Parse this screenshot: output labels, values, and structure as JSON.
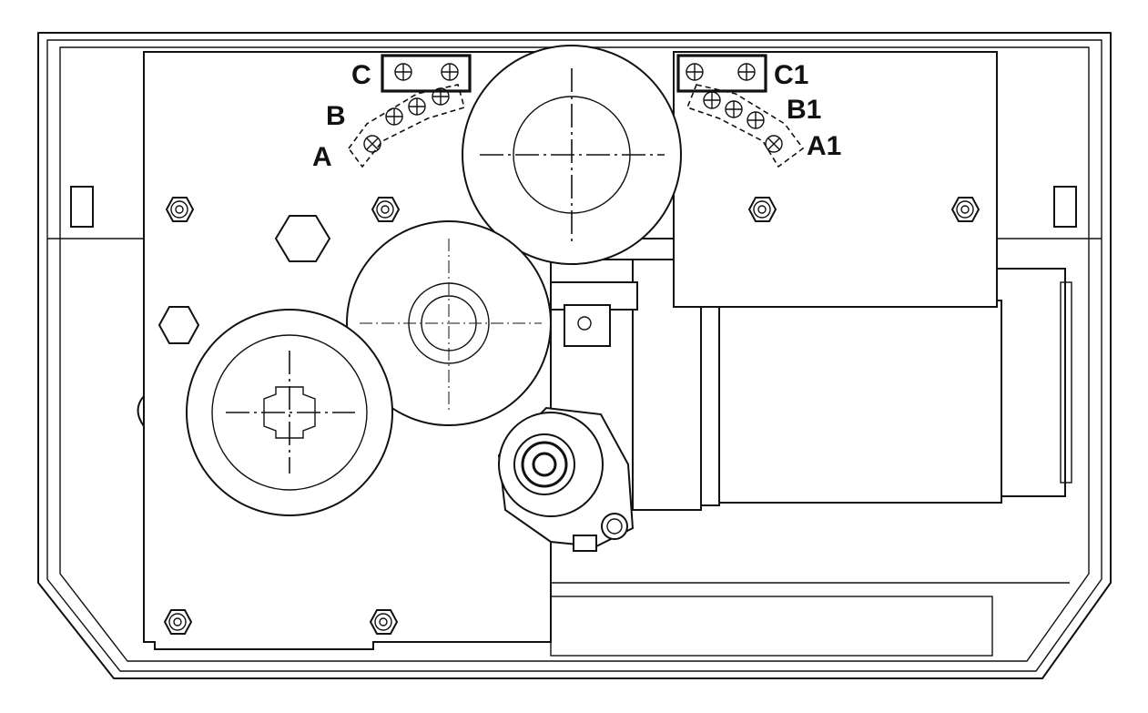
{
  "labels": {
    "C": "C",
    "B": "B",
    "A": "A",
    "C1": "C1",
    "B1": "B1",
    "A1": "A1"
  }
}
